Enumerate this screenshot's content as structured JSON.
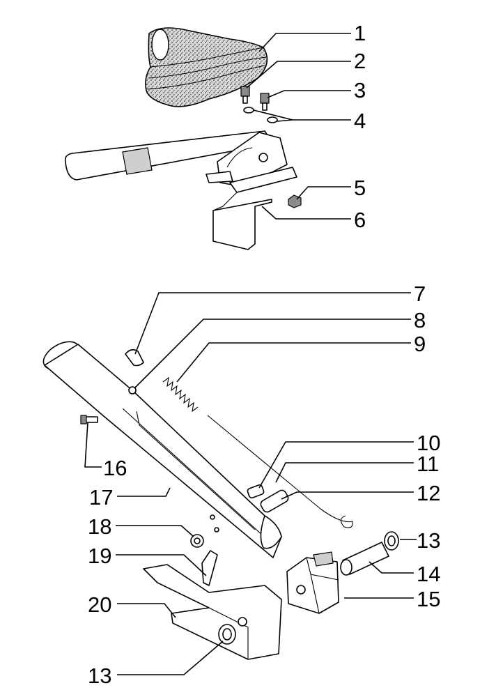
{
  "callouts": [
    {
      "id": "1",
      "label": "1"
    },
    {
      "id": "2",
      "label": "2"
    },
    {
      "id": "3",
      "label": "3"
    },
    {
      "id": "4",
      "label": "4"
    },
    {
      "id": "5",
      "label": "5"
    },
    {
      "id": "6",
      "label": "6"
    },
    {
      "id": "7",
      "label": "7"
    },
    {
      "id": "8",
      "label": "8"
    },
    {
      "id": "9",
      "label": "9"
    },
    {
      "id": "10",
      "label": "10"
    },
    {
      "id": "11",
      "label": "11"
    },
    {
      "id": "12",
      "label": "12"
    },
    {
      "id": "13a",
      "label": "13"
    },
    {
      "id": "14",
      "label": "14"
    },
    {
      "id": "15",
      "label": "15"
    },
    {
      "id": "16",
      "label": "16"
    },
    {
      "id": "17",
      "label": "17"
    },
    {
      "id": "18",
      "label": "18"
    },
    {
      "id": "19",
      "label": "19"
    },
    {
      "id": "20",
      "label": "20"
    },
    {
      "id": "13b",
      "label": "13"
    }
  ]
}
